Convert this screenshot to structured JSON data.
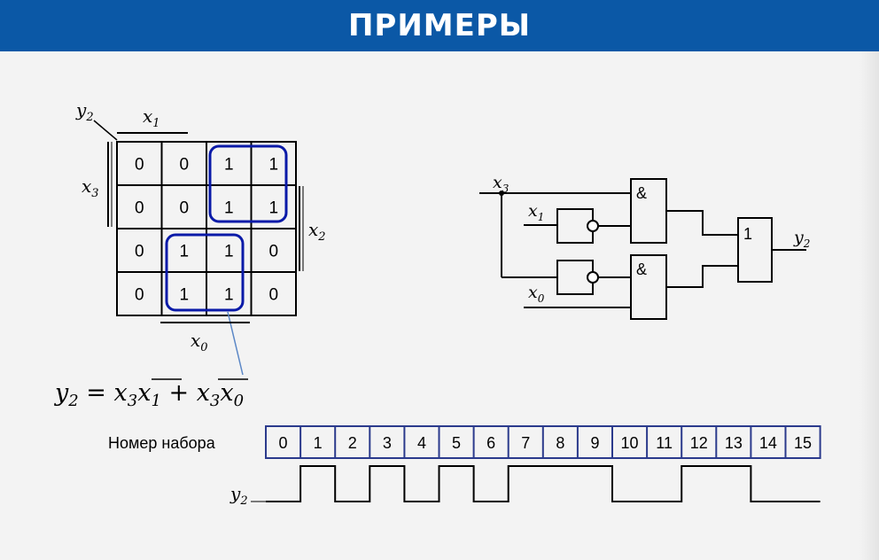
{
  "title": "ПРИМЕРЫ",
  "kmap": {
    "row_var": "y",
    "row_var_sub": "2",
    "top_var": "x",
    "top_var_sub": "1",
    "left_var": "x",
    "left_var_sub": "3",
    "right_var": "x",
    "right_var_sub": "2",
    "bottom_var": "x",
    "bottom_var_sub": "0",
    "cells": [
      [
        "0",
        "0",
        "1",
        "1"
      ],
      [
        "0",
        "0",
        "1",
        "1"
      ],
      [
        "0",
        "1",
        "1",
        "0"
      ],
      [
        "0",
        "1",
        "1",
        "0"
      ]
    ],
    "group_color": "#0a1aa8"
  },
  "formula": {
    "y": "y",
    "y_sub": "2",
    "eq": " = ",
    "t1_var": "x",
    "t1_sub": "3",
    "t2_var": "x",
    "t2_sub": "1",
    "plus": " + ",
    "t3_var": "x",
    "t3_sub": "3",
    "t4_var": "x",
    "t4_sub": "0"
  },
  "circuit": {
    "in_x3": "x",
    "in_x3_sub": "3",
    "in_x1": "x",
    "in_x1_sub": "1",
    "in_x0": "x",
    "in_x0_sub": "0",
    "and_symbol": "&",
    "or_symbol": "1",
    "out": "y",
    "out_sub": "2"
  },
  "timing": {
    "row_label": "Номер набора",
    "signal": "y",
    "signal_sub": "2",
    "indices": [
      "0",
      "1",
      "2",
      "3",
      "4",
      "5",
      "6",
      "7",
      "8",
      "9",
      "10",
      "11",
      "12",
      "13",
      "14",
      "15"
    ],
    "values": [
      0,
      1,
      0,
      1,
      0,
      1,
      0,
      1,
      1,
      1,
      0,
      0,
      1,
      1,
      0,
      0
    ],
    "box_color": "#2b3a8c"
  }
}
